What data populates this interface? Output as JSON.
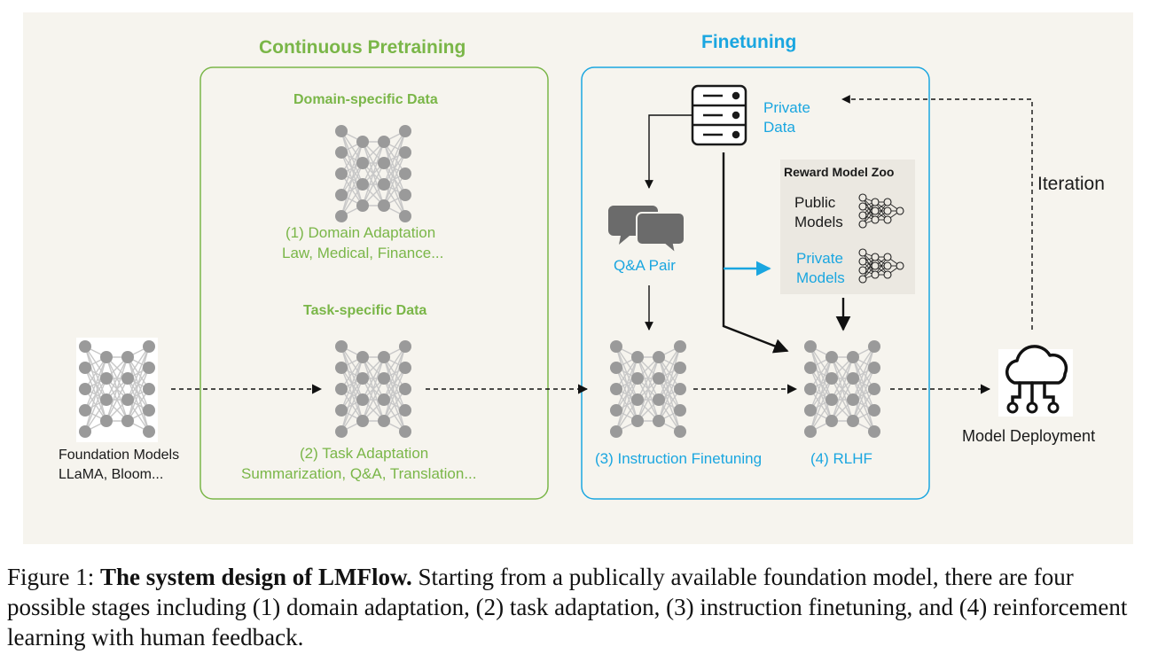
{
  "colors": {
    "green": "#7ab648",
    "blue": "#1aa6e0",
    "panel_bg": "#f6f4ee"
  },
  "stages": {
    "continuous_pretraining": {
      "title": "Continuous Pretraining",
      "domain_data": "Domain-specific Data",
      "domain_adapt_line1": "(1)   Domain Adaptation",
      "domain_adapt_line2": "Law, Medical, Finance...",
      "task_data": "Task-specific Data",
      "task_adapt_line1": "(2) Task Adaptation",
      "task_adapt_line2": "Summarization, Q&A, Translation..."
    },
    "finetuning": {
      "title": "Finetuning",
      "private_data_line1": "Private",
      "private_data_line2": "Data",
      "qa_pair": "Q&A Pair",
      "reward_zoo_title": "Reward Model Zoo",
      "public_models_line1": "Public",
      "public_models_line2": "Models",
      "private_models_line1": "Private",
      "private_models_line2": "Models",
      "instruction_finetuning": "(3) Instruction Finetuning",
      "rlhf": "(4) RLHF"
    }
  },
  "foundation": {
    "line1": "Foundation Models",
    "line2": "LLaMA, Bloom..."
  },
  "deployment": {
    "label": "Model Deployment"
  },
  "iteration": {
    "label": "Iteration"
  },
  "caption": {
    "prefix": "Figure 1: ",
    "bold": "The system design of LMFlow.",
    "text": " Starting from a publically available foundation model, there are four possible stages including (1) domain adaptation, (2) task adaptation, (3) instruction finetuning, and (4) reinforcement learning with human feedback."
  }
}
